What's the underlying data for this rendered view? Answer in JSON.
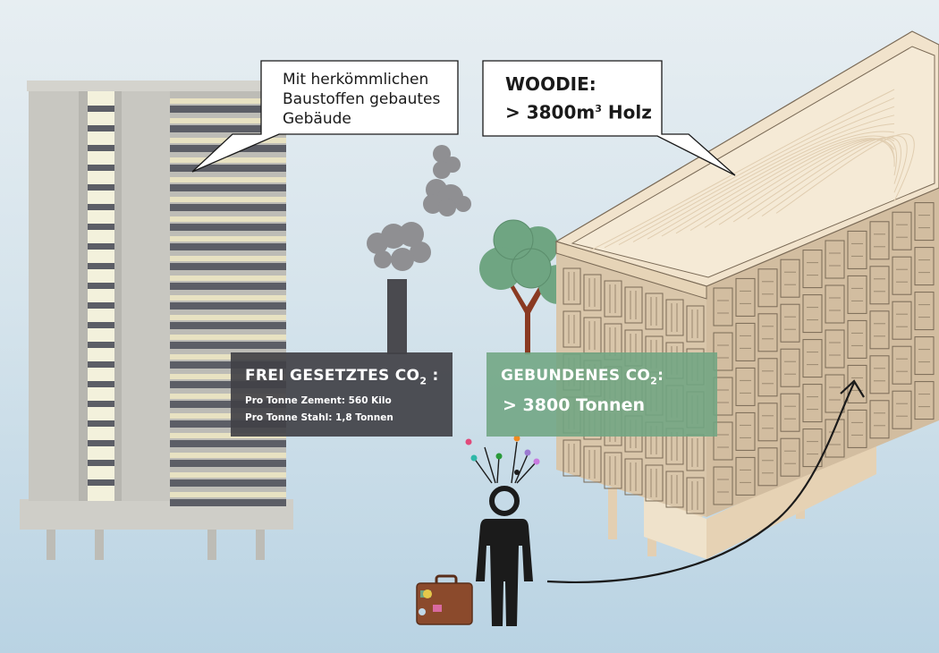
{
  "bubbles": {
    "conventional": {
      "line1": "Mit herkömmlichen",
      "line2": "Baustoffen gebautes",
      "line3": "Gebäude"
    },
    "woodie": {
      "line1": "WOODIE:",
      "line2_prefix": "> 3800m",
      "line2_sup": "3",
      "line2_suffix": " Holz"
    }
  },
  "panels": {
    "released": {
      "title_prefix": "FREI GESETZTES CO",
      "title_sub": "2",
      "title_suffix": " :",
      "line1": "Pro Tonne Zement: 560 Kilo",
      "line2": "Pro Tonne Stahl: 1,8 Tonnen"
    },
    "bound": {
      "title_prefix": "GEBUNDENES CO",
      "title_sub": "2",
      "title_suffix": ":",
      "value": "> 3800 Tonnen"
    }
  },
  "colors": {
    "sky_top": "#e7eef2",
    "sky_bottom": "#b9d3e3",
    "concrete": "#c8c7c1",
    "window_dark": "#5c5e66",
    "window_light": "#f3f1dc",
    "smoke": "#8f8f92",
    "tree_green": "#6fa582",
    "tree_trunk": "#8a3a22",
    "wood_light": "#f1e3cc",
    "wood_facade": "#d9c6aa",
    "person": "#1b1b1b",
    "suitcase": "#8b4a2c",
    "panel_dark": "#414146",
    "panel_green": "#6fa582"
  },
  "icons": [
    "factory-chimney-icon",
    "tree-icon",
    "person-icon",
    "suitcase-icon",
    "thought-dots-icon",
    "arrow-icon"
  ]
}
